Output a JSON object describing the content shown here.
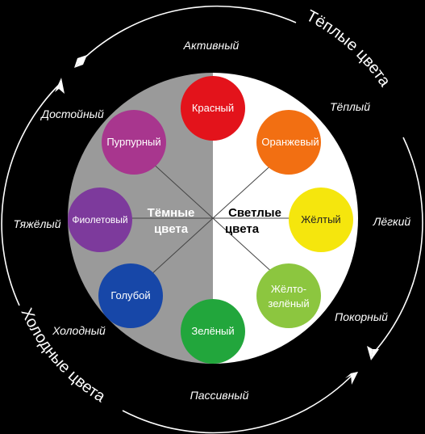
{
  "arc_titles": {
    "warm": "Тёплые цвета",
    "cold": "Холодные цвета"
  },
  "outer_labels": {
    "active": "Активный",
    "warm": "Тёплый",
    "light": "Лёгкий",
    "submissive": "Покорный",
    "passive": "Пассивный",
    "cold": "Холодный",
    "heavy": "Тяжёлый",
    "worthy": "Достойный"
  },
  "halves": {
    "dark_line1": "Тёмные",
    "dark_line2": "цвета",
    "light_line1": "Светлые",
    "light_line2": "цвета"
  },
  "colors": {
    "red": {
      "label": "Красный",
      "hex": "#e3131b"
    },
    "orange": {
      "label": "Оранжевый",
      "hex": "#f26f12"
    },
    "yellow": {
      "label": "Жёлтый",
      "hex": "#f5e60d"
    },
    "yellowgreen_line1": "Жёлто-",
    "yellowgreen_line2": "зелёный",
    "yellowgreen_hex": "#8cc63f",
    "green": {
      "label": "Зелёный",
      "hex": "#22a63c"
    },
    "blue": {
      "label": "Голубой",
      "hex": "#1747a8"
    },
    "violet": {
      "label": "Фиолетовый",
      "hex": "#7d3a9c"
    },
    "purple": {
      "label": "Пурпурный",
      "hex": "#a8368e"
    }
  },
  "palette": {
    "dark_half": "#9a9a9a",
    "light_half": "#ffffff",
    "background": "#000000",
    "ring": "#ffffff"
  }
}
